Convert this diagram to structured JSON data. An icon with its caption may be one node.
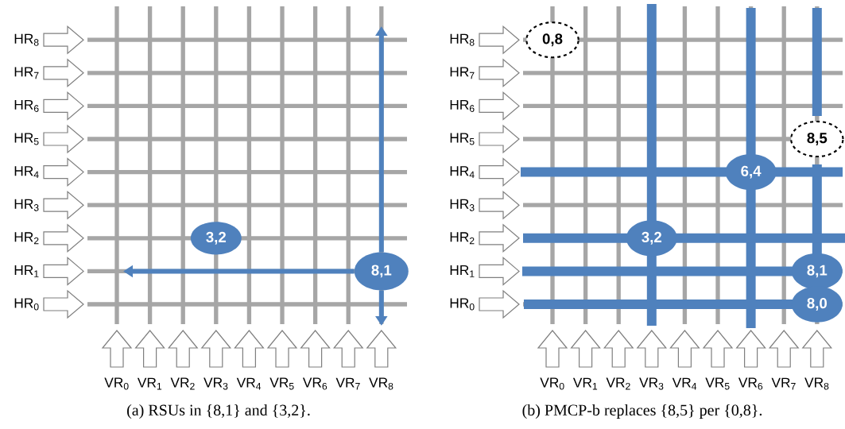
{
  "diagram": {
    "nodes": [
      {
        "text": [
          "3,2"
        ]
      },
      {
        "text": [
          "8,1"
        ]
      },
      {
        "text": [
          "0,8"
        ]
      },
      {
        "text": [
          "8,5"
        ]
      },
      {
        "text": [
          "6,4"
        ]
      },
      {
        "text": [
          "3,2"
        ]
      },
      {
        "text": [
          "8,1"
        ]
      },
      {
        "text": [
          "8,0"
        ]
      }
    ],
    "edges": [
      {
        "from": 1,
        "to": null,
        "arrow": "to"
      },
      {
        "from": 1,
        "to": null,
        "arrow": "to"
      },
      {
        "from": 1,
        "to": null,
        "arrow": "to"
      }
    ],
    "labels": [
      "HR$_{8}$",
      "HR$_{7}$",
      "HR$_{6}$",
      "HR$_{5}$",
      "HR$_{4}$",
      "HR$_{3}$",
      "HR$_{2}$",
      "HR$_{1}$",
      "HR$_{0}$",
      "VR$_{0}$",
      "VR$_{1}$",
      "VR$_{2}$",
      "VR$_{3}$",
      "VR$_{4}$",
      "VR$_{5}$",
      "VR$_{6}$",
      "VR$_{7}$",
      "VR$_{8}$",
      "(a) RSUs in {8,1} and {3,2}.",
      "HR$_{8}$",
      "HR$_{7}$",
      "HR$_{6}$",
      "HR$_{5}$",
      "HR$_{4}$",
      "HR$_{3}$",
      "HR$_{2}$",
      "HR$_{1}$",
      "HR$_{0}$",
      "VR$_{0}$",
      "VR$_{1}$",
      "VR$_{2}$",
      "VR$_{3}$",
      "VR$_{4}$",
      "VR$_{5}$",
      "VR$_{6}$",
      "VR$_{7}$",
      "VR$_{8}$",
      "(b) PMCP-b replaces {8,5} per {0,8}."
    ]
  }
}
